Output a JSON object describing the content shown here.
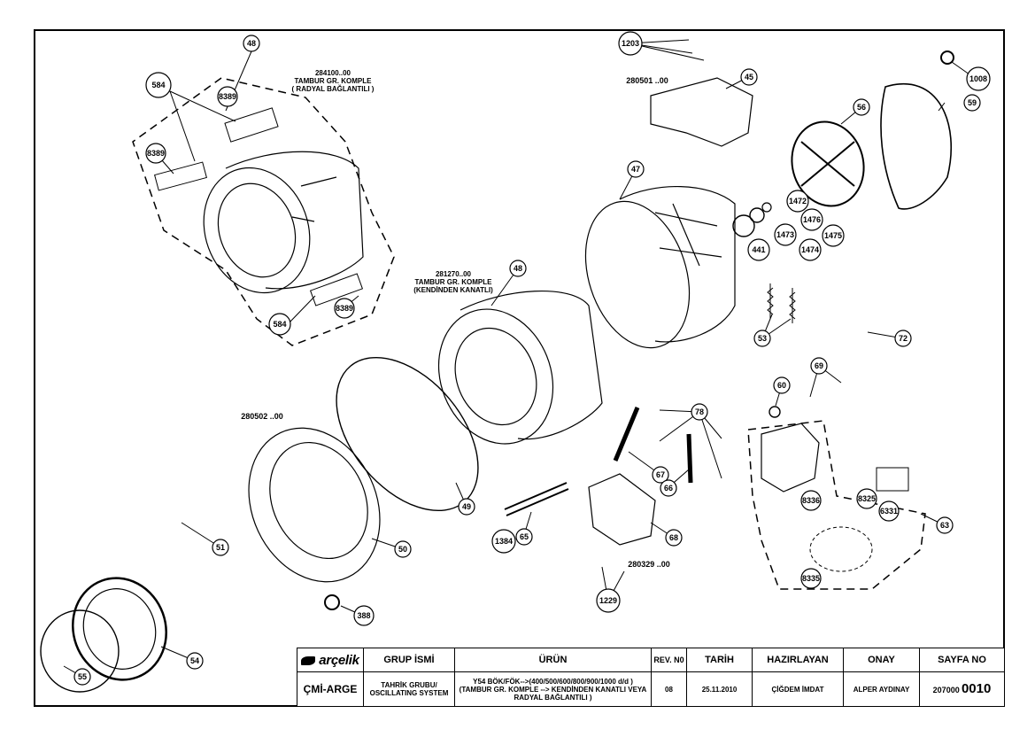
{
  "drawing": {
    "callouts": [
      {
        "id": "c48a",
        "label": "48"
      },
      {
        "id": "c584a",
        "label": "584"
      },
      {
        "id": "c8389a",
        "label": "8389"
      },
      {
        "id": "c8389b",
        "label": "8389"
      },
      {
        "id": "c584b",
        "label": "584"
      },
      {
        "id": "c8389c",
        "label": "8389"
      },
      {
        "id": "c48b",
        "label": "48"
      },
      {
        "id": "c1203",
        "label": "1203"
      },
      {
        "id": "c45",
        "label": "45"
      },
      {
        "id": "c1008",
        "label": "1008"
      },
      {
        "id": "c56",
        "label": "56"
      },
      {
        "id": "c59",
        "label": "59"
      },
      {
        "id": "c47",
        "label": "47"
      },
      {
        "id": "c1472",
        "label": "1472"
      },
      {
        "id": "c1476",
        "label": "1476"
      },
      {
        "id": "c1473",
        "label": "1473"
      },
      {
        "id": "c1475",
        "label": "1475"
      },
      {
        "id": "c441",
        "label": "441"
      },
      {
        "id": "c1474",
        "label": "1474"
      },
      {
        "id": "c53",
        "label": "53"
      },
      {
        "id": "c72",
        "label": "72"
      },
      {
        "id": "c69",
        "label": "69"
      },
      {
        "id": "c60",
        "label": "60"
      },
      {
        "id": "c78",
        "label": "78"
      },
      {
        "id": "c67",
        "label": "67"
      },
      {
        "id": "c66",
        "label": "66"
      },
      {
        "id": "c49",
        "label": "49"
      },
      {
        "id": "c51",
        "label": "51"
      },
      {
        "id": "c50",
        "label": "50"
      },
      {
        "id": "c1384",
        "label": "1384"
      },
      {
        "id": "c65",
        "label": "65"
      },
      {
        "id": "c68",
        "label": "68"
      },
      {
        "id": "c388",
        "label": "388"
      },
      {
        "id": "c1229",
        "label": "1229"
      },
      {
        "id": "c8336",
        "label": "8336"
      },
      {
        "id": "c8325",
        "label": "8325"
      },
      {
        "id": "c6331",
        "label": "6331"
      },
      {
        "id": "c63",
        "label": "63"
      },
      {
        "id": "c8335",
        "label": "8335"
      },
      {
        "id": "c54",
        "label": "54"
      },
      {
        "id": "c55",
        "label": "55"
      }
    ],
    "assemblies": [
      {
        "id": "a284100",
        "lines": [
          "284100..00",
          "TAMBUR GR. KOMPLE",
          "( RADYAL BAĞLANTILI )"
        ]
      },
      {
        "id": "a281270",
        "lines": [
          "281270..00",
          "TAMBUR GR. KOMPLE",
          "(KENDİNDEN KANATLI)"
        ]
      },
      {
        "id": "a280501",
        "lines": [
          "280501 ..00"
        ]
      },
      {
        "id": "a280502",
        "lines": [
          "280502 ..00"
        ]
      },
      {
        "id": "a280329",
        "lines": [
          "280329 ..00"
        ]
      }
    ]
  },
  "title_block": {
    "brand": "arçelik",
    "headers": {
      "group": "GRUP İSMİ",
      "product": "ÜRÜN",
      "rev": "REV. N0",
      "date": "TARİH",
      "prepared": "HAZIRLAYAN",
      "approved": "ONAY",
      "page": "SAYFA NO"
    },
    "values": {
      "department": "ÇMİ-ARGE",
      "group": "TAHRİK GRUBU/ OSCILLATING SYSTEM",
      "product": "Y54 BÖK/FÖK-->(400/500/600/800/900/1000 d/d ) (TAMBUR GR. KOMPLE --> KENDİNDEN KANATLI VEYA RADYAL BAĞLANTILI )",
      "rev": "08",
      "date": "25.11.2010",
      "prepared": "ÇİĞDEM İMDAT",
      "approved": "ALPER AYDINAY",
      "page_prefix": "207000",
      "page_number": "0010"
    }
  }
}
